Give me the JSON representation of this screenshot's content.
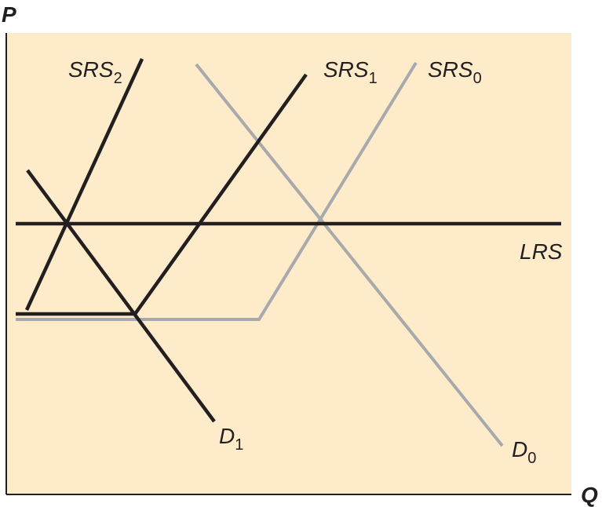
{
  "axes": {
    "y_label": "P",
    "x_label": "Q"
  },
  "colors": {
    "background": "#fdebc9",
    "dark_line": "#231f20",
    "light_line": "#a7a9ac",
    "axis": "#231f20"
  },
  "curves": {
    "srs2": {
      "name": "SRS",
      "sub": "2"
    },
    "srs1": {
      "name": "SRS",
      "sub": "1"
    },
    "srs0": {
      "name": "SRS",
      "sub": "0"
    },
    "lrs": {
      "name": "LRS"
    },
    "d1": {
      "name": "D",
      "sub": "1"
    },
    "d0": {
      "name": "D",
      "sub": "0"
    }
  }
}
